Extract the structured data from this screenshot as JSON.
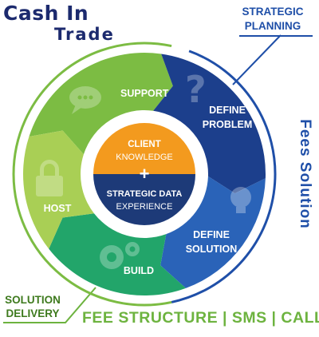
{
  "logo": {
    "line1": "Cash In",
    "line2": "Trade"
  },
  "corners": {
    "top_right": [
      "STRATEGIC",
      "PLANNING"
    ],
    "bottom_left": [
      "SOLUTION",
      "DELIVERY"
    ]
  },
  "side_text": "Fees Solution",
  "footer_text": "FEE STRUCTURE | SMS | CALL",
  "center": {
    "top": [
      "CLIENT",
      "KNOWLEDGE"
    ],
    "plus": "+",
    "bottom": [
      "STRATEGIC DATA",
      "EXPERIENCE"
    ]
  },
  "segments": {
    "support": "SUPPORT",
    "define_problem": [
      "DEFINE",
      "PROBLEM"
    ],
    "define_solution": [
      "DEFINE",
      "SOLUTION"
    ],
    "build": "BUILD",
    "host": "HOST"
  },
  "colors": {
    "navy": "#1c3f8c",
    "blue": "#2a63b8",
    "teal": "#22a56a",
    "green": "#7cbc43",
    "lightgreen": "#a9cf55",
    "orange": "#f39a1e",
    "darknavy": "#1d3a78"
  }
}
